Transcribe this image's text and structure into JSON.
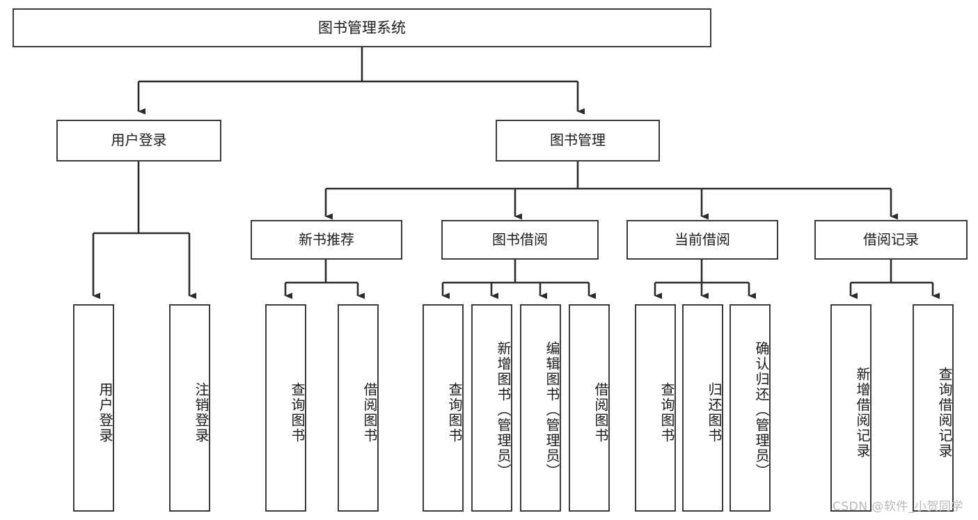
{
  "diagram": {
    "title": "图书管理系统",
    "type": "tree",
    "watermark": "CSDN @软件_小贺同学",
    "colors": {
      "box_border": "#3a3a3a",
      "box_fill": "#ffffff",
      "edge": "#2b2b2b",
      "text": "#1a1a1a",
      "watermark": "#b9b9b9",
      "background": "#ffffff"
    },
    "root": {
      "label": "图书管理系统"
    },
    "level2": [
      {
        "id": "user-login",
        "label": "用户登录"
      },
      {
        "id": "book-manage",
        "label": "图书管理"
      }
    ],
    "level3": [
      {
        "id": "new-book-recommend",
        "label": "新书推荐",
        "parent": "book-manage"
      },
      {
        "id": "book-borrow",
        "label": "图书借阅",
        "parent": "book-manage"
      },
      {
        "id": "current-borrow",
        "label": "当前借阅",
        "parent": "book-manage"
      },
      {
        "id": "borrow-record",
        "label": "借阅记录",
        "parent": "book-manage"
      }
    ],
    "leaves": [
      {
        "id": "leaf-user-login",
        "label": "用户登录",
        "parent": "user-login"
      },
      {
        "id": "leaf-user-logout",
        "label": "注销登录",
        "parent": "user-login"
      },
      {
        "id": "leaf-query-book-1",
        "label": "查询图书",
        "parent": "new-book-recommend"
      },
      {
        "id": "leaf-borrow-book-1",
        "label": "借阅图书",
        "parent": "new-book-recommend"
      },
      {
        "id": "leaf-query-book-2",
        "label": "查询图书",
        "parent": "book-borrow"
      },
      {
        "id": "leaf-add-book",
        "label": "新增图书（管理员）",
        "parent": "book-borrow"
      },
      {
        "id": "leaf-edit-book",
        "label": "编辑图书（管理员）",
        "parent": "book-borrow"
      },
      {
        "id": "leaf-borrow-book-2",
        "label": "借阅图书",
        "parent": "book-borrow"
      },
      {
        "id": "leaf-query-book-3",
        "label": "查询图书",
        "parent": "current-borrow"
      },
      {
        "id": "leaf-return-book",
        "label": "归还图书",
        "parent": "current-borrow"
      },
      {
        "id": "leaf-confirm-return",
        "label": "确认归还（管理员）",
        "parent": "current-borrow"
      },
      {
        "id": "leaf-add-record",
        "label": "新增借阅记录",
        "parent": "borrow-record"
      },
      {
        "id": "leaf-query-record",
        "label": "查询借阅记录",
        "parent": "borrow-record"
      }
    ]
  }
}
